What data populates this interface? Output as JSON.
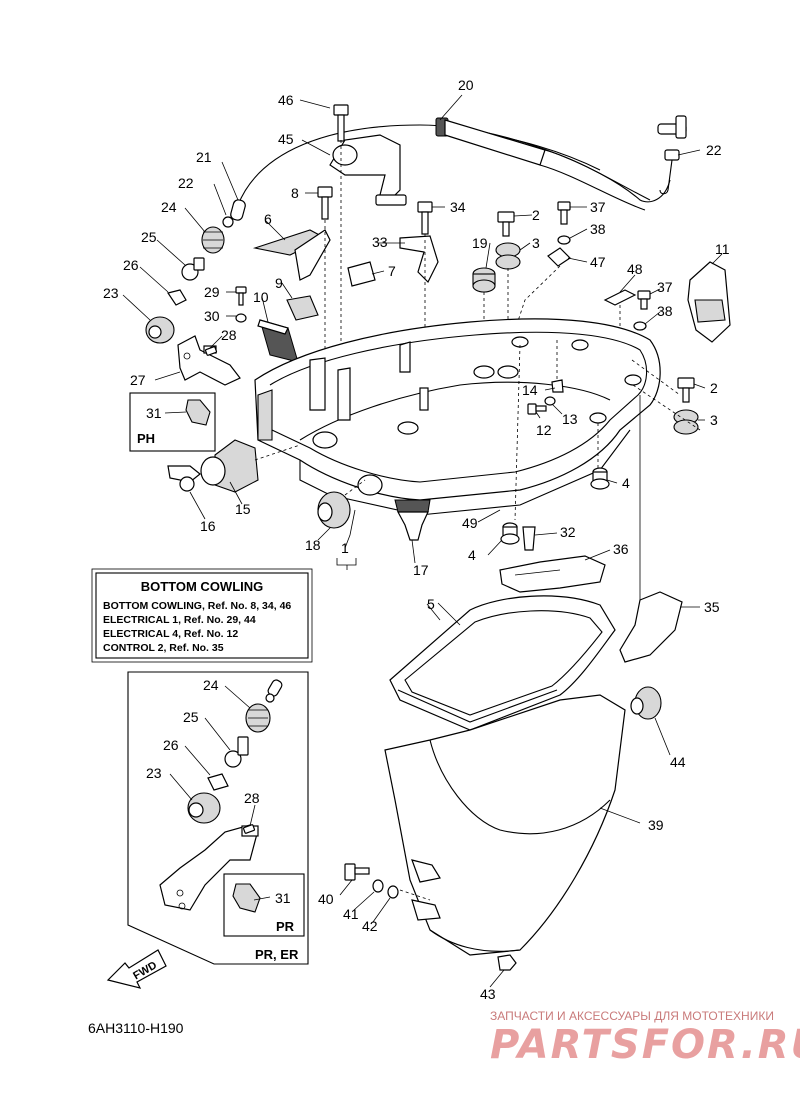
{
  "diagram": {
    "drawing_code": "6AH3110-H190",
    "callouts": {
      "c1": "1",
      "c2a": "2",
      "c2b": "2",
      "c3a": "3",
      "c3b": "3",
      "c4a": "4",
      "c4b": "4",
      "c5": "5",
      "c6": "6",
      "c7": "7",
      "c8": "8",
      "c9": "9",
      "c10": "10",
      "c11": "11",
      "c12": "12",
      "c13": "13",
      "c14": "14",
      "c15": "15",
      "c16": "16",
      "c17": "17",
      "c18": "18",
      "c19": "19",
      "c20": "20",
      "c21": "21",
      "c22a": "22",
      "c22b": "22",
      "c23a": "23",
      "c23b": "23",
      "c24a": "24",
      "c24b": "24",
      "c25a": "25",
      "c25b": "25",
      "c26a": "26",
      "c26b": "26",
      "c27": "27",
      "c28a": "28",
      "c28b": "28",
      "c29": "29",
      "c30": "30",
      "c31a": "31",
      "c31b": "31",
      "c32": "32",
      "c33": "33",
      "c34": "34",
      "c35": "35",
      "c36": "36",
      "c37a": "37",
      "c37b": "37",
      "c38a": "38",
      "c38b": "38",
      "c39": "39",
      "c40": "40",
      "c41": "41",
      "c42": "42",
      "c43": "43",
      "c44": "44",
      "c45": "45",
      "c46": "46",
      "c47": "47",
      "c48": "48",
      "c49": "49"
    },
    "ph_label": "PH",
    "pr_label": "PR",
    "pr_er_label": "PR, ER",
    "fwd_label": "FWD",
    "ref_box": {
      "title": "BOTTOM COWLING",
      "lines": [
        "BOTTOM COWLING,  Ref. No. 8, 34, 46",
        "ELECTRICAL 1,  Ref. No. 29, 44",
        "ELECTRICAL 4,  Ref. No. 12",
        "CONTROL 2,  Ref. No. 35"
      ]
    }
  },
  "watermark": {
    "caption": "ЗАПЧАСТИ И АКСЕССУАРЫ ДЛЯ МОТОТЕХНИКИ",
    "logo": "PARTSFOR.RU"
  }
}
